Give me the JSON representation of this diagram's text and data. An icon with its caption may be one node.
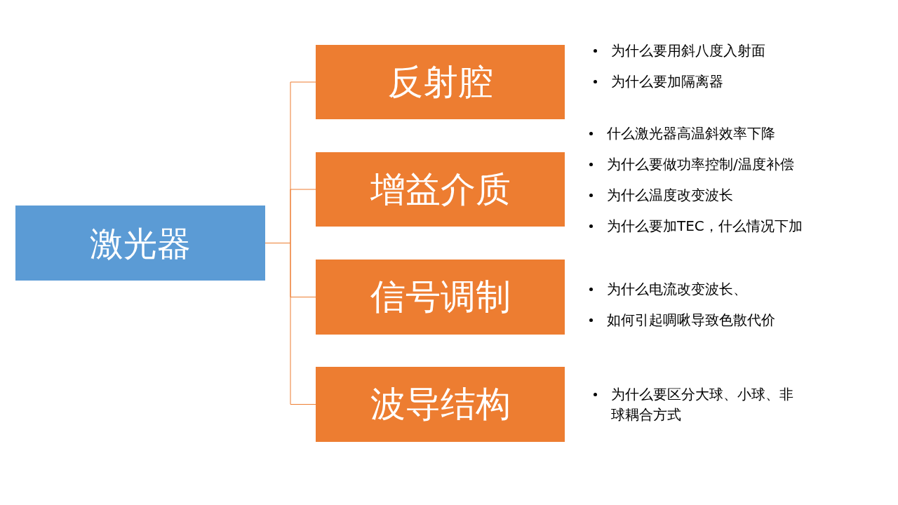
{
  "diagram": {
    "nodes": [
      {
        "text": [
          "激光器"
        ]
      },
      {
        "text": [
          "反射腔"
        ],
        "beside": [
          "为什么要用斜八度入射面",
          "为什么要加隔离器"
        ]
      },
      {
        "text": [
          "增益介质"
        ],
        "beside": [
          "什么激光器高温斜效率下降",
          "为什么要做功率控制/温度补偿",
          "为什么温度改变波长",
          "为什么要加TEC，什么情况下加"
        ]
      },
      {
        "text": [
          "信号调制"
        ],
        "beside": [
          "为什么电流改变波长、",
          "如何引起啁啾导致色散代价"
        ]
      },
      {
        "text": [
          "波导结构"
        ],
        "beside": [
          "为什么要区分大球、小球、非球耦合方式"
        ]
      }
    ],
    "edges": [
      {
        "from": 0,
        "to": 1,
        "arrow": "none"
      },
      {
        "from": 0,
        "to": 2,
        "arrow": "none"
      },
      {
        "from": 0,
        "to": 3,
        "arrow": "none"
      },
      {
        "from": 0,
        "to": 4,
        "arrow": "none"
      }
    ]
  }
}
